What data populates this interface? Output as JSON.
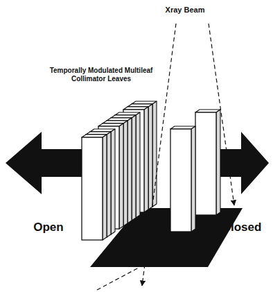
{
  "diagram": {
    "labels": [
      "Xray Beam",
      "Temporally Modulated Multileaf Collimator Leaves",
      "Open",
      "Closed"
    ]
  }
}
